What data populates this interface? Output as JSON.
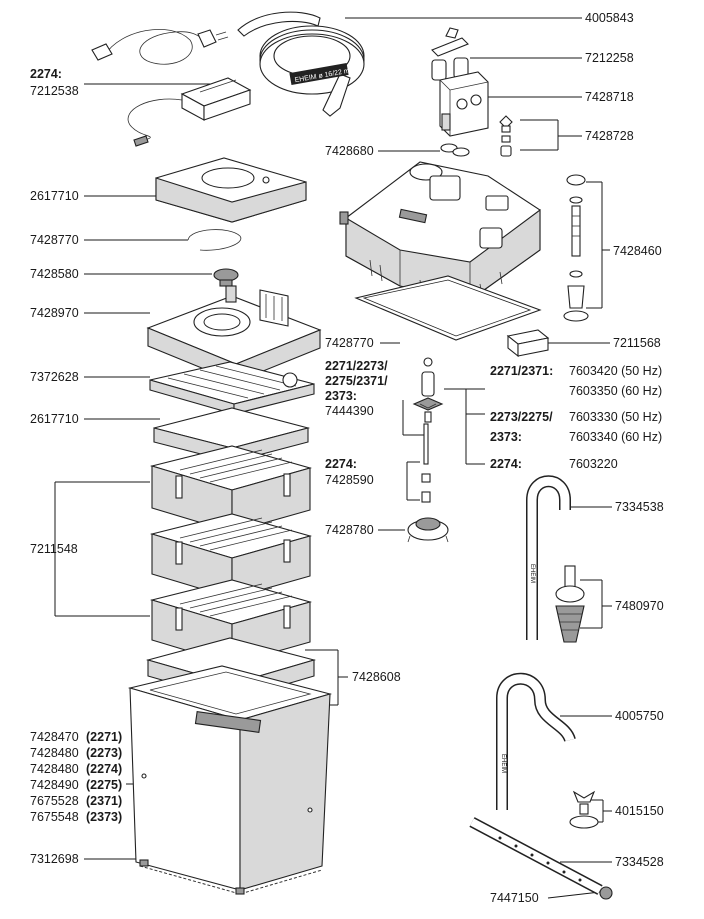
{
  "labels": {
    "l_4005843": "4005843",
    "l_7212258": "7212258",
    "l_2274a": "2274:",
    "l_7212538": "7212538",
    "l_7428718": "7428718",
    "l_7428728": "7428728",
    "l_7428680": "7428680",
    "l_2617710a": "2617710",
    "l_7428770a": "7428770",
    "l_7428460": "7428460",
    "l_7428580": "7428580",
    "l_7428970": "7428970",
    "l_7428770b": "7428770",
    "l_7211568": "7211568",
    "l_7372628": "7372628",
    "l_models_a": "2271/2273/",
    "l_models_b": "2275/2371/",
    "l_models_c": "2373:",
    "l_7444390": "7444390",
    "l_2271_2371": "2271/2371:",
    "l_7603420": "7603420 (50 Hz)",
    "l_7603350": "7603350 (60 Hz)",
    "l_2617710b": "2617710",
    "l_2273_a": "2273/2275/",
    "l_2273_b": "2373:",
    "l_7603330": "7603330 (50 Hz)",
    "l_7603340": "7603340 (60 Hz)",
    "l_2274b": "2274:",
    "l_7428590": "7428590",
    "l_2274c": "2274:",
    "l_7603220": "7603220",
    "l_7211548": "7211548",
    "l_7334538": "7334538",
    "l_7428780": "7428780",
    "l_7480970": "7480970",
    "l_7428608": "7428608",
    "l_4005750": "4005750",
    "c1_num": "7428470",
    "c1_mod": "(2271)",
    "c2_num": "7428480",
    "c2_mod": "(2273)",
    "c3_num": "7428480",
    "c3_mod": "(2274)",
    "c4_num": "7428490",
    "c4_mod": "(2275)",
    "c5_num": "7675528",
    "c5_mod": "(2371)",
    "c6_num": "7675548",
    "c6_mod": "(2373)",
    "l_4015150": "4015150",
    "l_7312698": "7312698",
    "l_7334528": "7334528",
    "l_7447150": "7447150",
    "hose_print": "EHEIM ø 16/22 mm",
    "pipe_print1": "EHEIM",
    "pipe_print2": "EHEIM"
  }
}
